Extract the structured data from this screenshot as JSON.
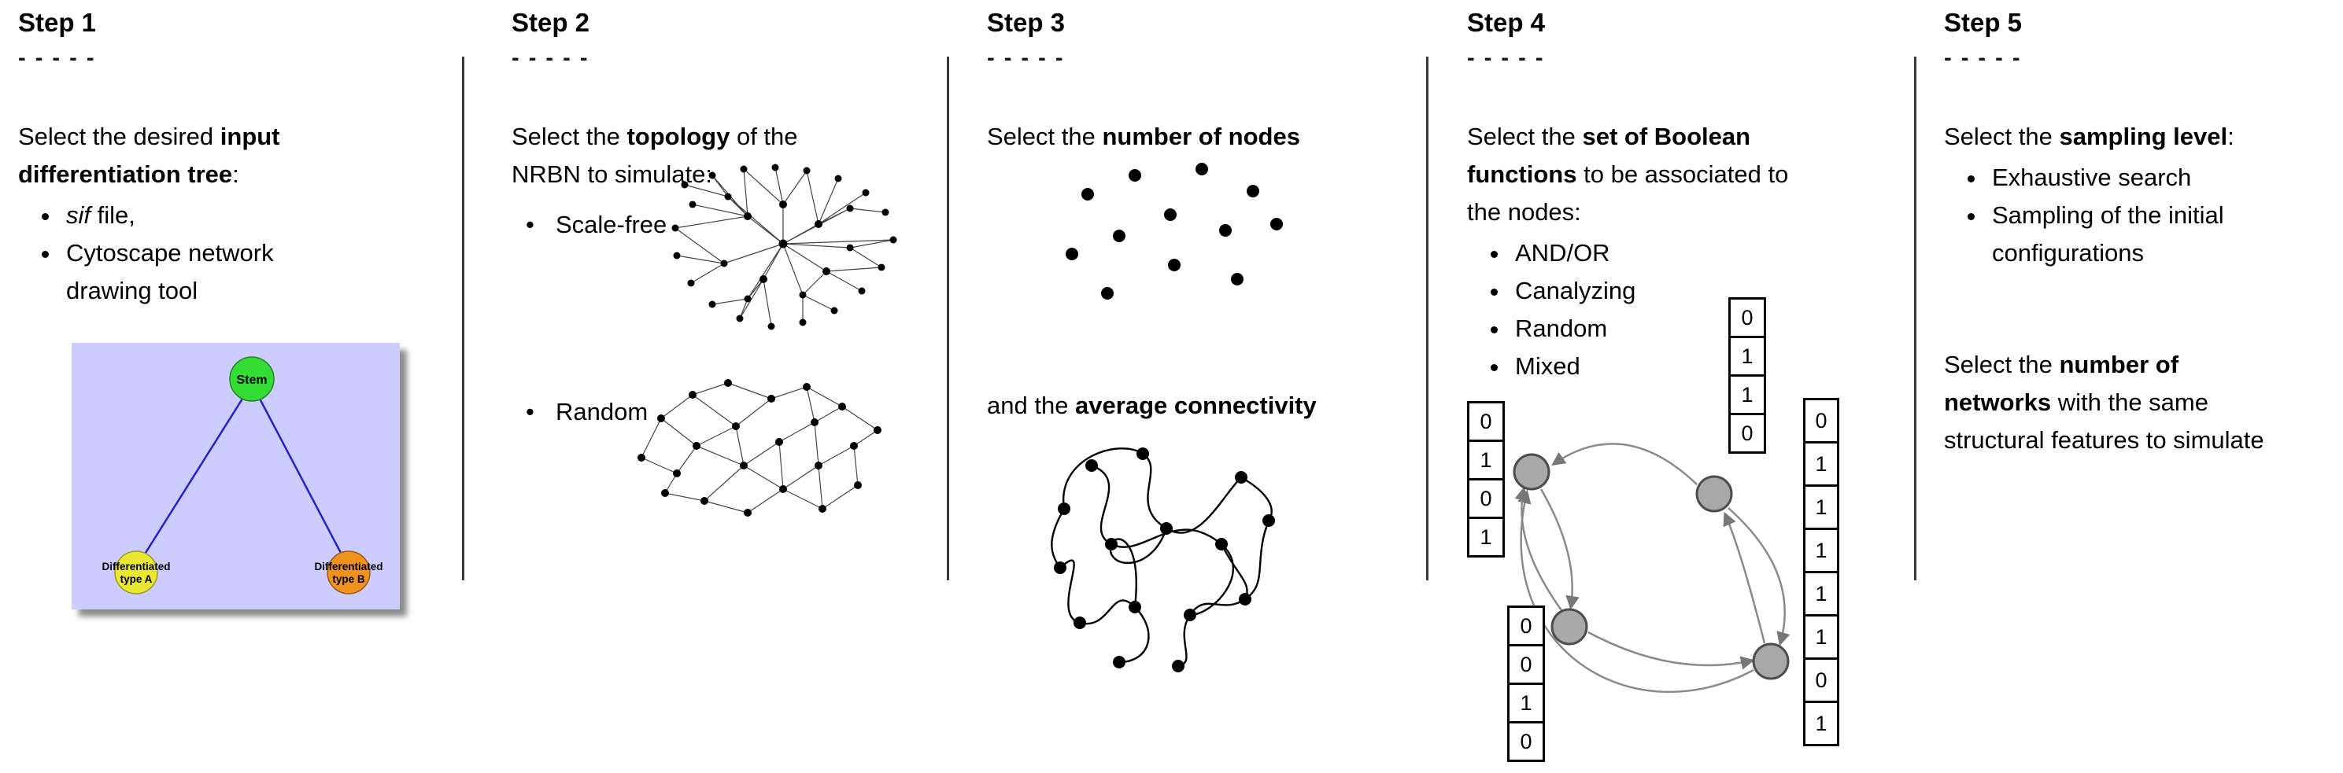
{
  "steps": [
    {
      "title": "Step 1",
      "dashes": "- - - - -",
      "intro_lines": [
        [
          {
            "t": "Select the desired "
          },
          {
            "t": "input",
            "b": true
          }
        ],
        [
          {
            "t": "differentiation tree",
            "b": true
          },
          {
            "t": ":"
          }
        ]
      ],
      "bullets": [
        [
          {
            "t": "sif",
            "i": true
          },
          {
            "t": " file,"
          }
        ],
        [
          {
            "t": "Cytoscape network drawing tool"
          }
        ]
      ],
      "tree": {
        "root_label": "Stem",
        "left_label_line1": "Differentiated",
        "left_label_line2": "type A",
        "right_label_line1": "Differentiated",
        "right_label_line2": "type B"
      }
    },
    {
      "title": "Step 2",
      "dashes": "- - - - -",
      "intro_lines": [
        [
          {
            "t": "Select the "
          },
          {
            "t": "topology",
            "b": true
          },
          {
            "t": " of the"
          }
        ],
        [
          {
            "t": "NRBN to simulate:"
          }
        ]
      ],
      "bullets": [
        [
          {
            "t": "Scale-free"
          }
        ],
        [
          {
            "t": "Random"
          }
        ]
      ]
    },
    {
      "title": "Step 3",
      "dashes": "- - - - -",
      "intro_lines": [
        [
          {
            "t": "Select the "
          },
          {
            "t": "number of nodes",
            "b": true
          }
        ]
      ],
      "intro2_lines": [
        [
          {
            "t": "and the "
          },
          {
            "t": "average connectivity",
            "b": true
          }
        ]
      ]
    },
    {
      "title": "Step 4",
      "dashes": "- - - - -",
      "intro_lines": [
        [
          {
            "t": "Select the "
          },
          {
            "t": "set of Boolean",
            "b": true
          }
        ],
        [
          {
            "t": "functions",
            "b": true
          },
          {
            "t": " to be associated to"
          }
        ],
        [
          {
            "t": "the nodes:"
          }
        ]
      ],
      "bullets": [
        [
          {
            "t": "AND/OR"
          }
        ],
        [
          {
            "t": "Canalyzing"
          }
        ],
        [
          {
            "t": "Random"
          }
        ],
        [
          {
            "t": "Mixed"
          }
        ]
      ],
      "tables": {
        "top": [
          "0",
          "1",
          "1",
          "0"
        ],
        "left": [
          "0",
          "1",
          "0",
          "1"
        ],
        "bottom_left": [
          "0",
          "0",
          "1",
          "0"
        ],
        "right": [
          "0",
          "1",
          "1",
          "1",
          "1",
          "1",
          "0",
          "1"
        ]
      }
    },
    {
      "title": "Step 5",
      "dashes": "- - - - -",
      "intro_lines": [
        [
          {
            "t": "Select the "
          },
          {
            "t": "sampling level",
            "b": true
          },
          {
            "t": ":"
          }
        ]
      ],
      "bullets": [
        [
          {
            "t": "Exhaustive search"
          }
        ],
        [
          {
            "t": "Sampling of the initial configurations"
          }
        ]
      ],
      "para2_lines": [
        [
          {
            "t": "Select the "
          },
          {
            "t": "number of",
            "b": true
          }
        ],
        [
          {
            "t": "networks",
            "b": true
          },
          {
            "t": " with the same"
          }
        ],
        [
          {
            "t": "structural features to simulate"
          }
        ]
      ]
    }
  ],
  "colors": {
    "tree_background": "#ccccff",
    "stem_green": "#33dd33",
    "type_a_yellow": "#e8e832",
    "type_b_orange": "#f0921e",
    "tree_edge_blue": "#2222cc",
    "boolean_node_gray": "#a8a8a8",
    "arrow_gray": "#8a8a8a"
  }
}
